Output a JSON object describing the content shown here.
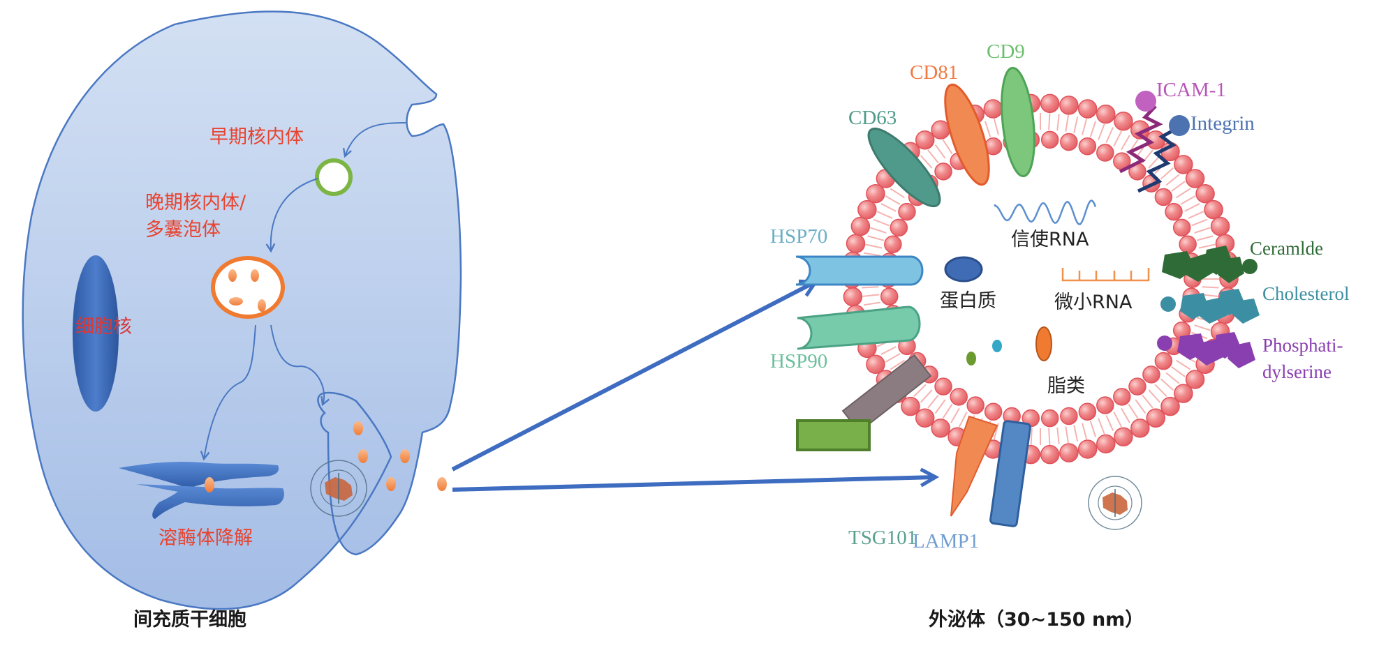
{
  "figure": {
    "left_panel": {
      "caption": "间充质干细胞",
      "labels": {
        "early_endosome": "早期核内体",
        "late_endosome_line1": "晚期核内体/",
        "late_endosome_line2": "多囊泡体",
        "nucleus": "细胞核",
        "lysosome": "溶酶体降解"
      }
    },
    "right_panel": {
      "caption": "外泌体（30~150 nm）",
      "markers": {
        "cd63": "CD63",
        "cd81": "CD81",
        "cd9": "CD9",
        "icam1": "ICAM-1",
        "integrin": "Integrin",
        "hsp70": "HSP70",
        "hsp90": "HSP90",
        "tsg101": "TSG101",
        "lamp1": "LAMP1",
        "ceramide": "Ceramlde",
        "cholesterol": "Cholesterol",
        "phosphatidylserine_line1": "Phosphati-",
        "phosphatidylserine_line2": "dylserine"
      },
      "cargo": {
        "mrna": "信使RNA",
        "protein": "蛋白质",
        "mirna": "微小RNA",
        "lipid": "脂类"
      }
    },
    "colors": {
      "cell_fill": "#b6c9ea",
      "cell_stroke": "#4a78c2",
      "arrow": "#3e6cc0",
      "label_red": "#e8432f",
      "bead": "#ee6f74",
      "cd63": "#4f9a8a",
      "cd81": "#f07a42",
      "cd9": "#6bbf6d",
      "icam1": "#b856b8",
      "integrin": "#4c72b0",
      "hsp70": "#7ec4e2",
      "hsp90": "#6cc4a4",
      "ceramide": "#2e6b36",
      "cholesterol": "#3c8fa2",
      "phosphatidylserine": "#8a3fb0"
    }
  }
}
